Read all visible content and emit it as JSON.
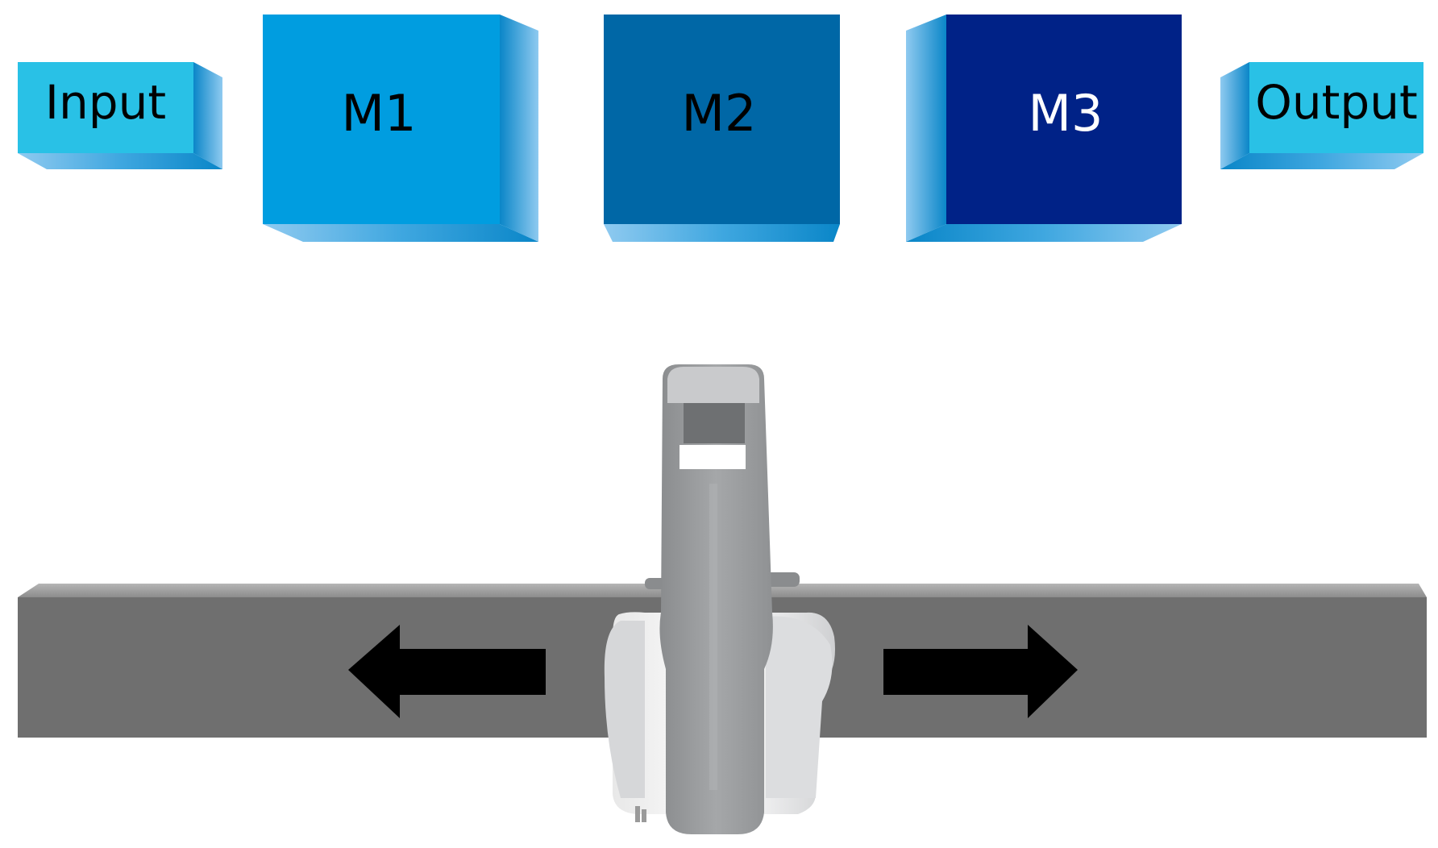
{
  "diagram": {
    "terminals": {
      "input": {
        "label": "Input",
        "color": "#29c1e6"
      },
      "output": {
        "label": "Output",
        "color": "#29c1e6"
      }
    },
    "machines": [
      {
        "label": "M1",
        "color": "#009de0",
        "text_color": "#000000"
      },
      {
        "label": "M2",
        "color": "#0067a6",
        "text_color": "#000000"
      },
      {
        "label": "M3",
        "color": "#002287",
        "text_color": "#ffffff"
      }
    ],
    "robot": {
      "track_color": "#6f6f6f",
      "body_color": "#9a9c9e",
      "arrows": [
        "left-arrow",
        "right-arrow"
      ],
      "motion": "bidirectional-horizontal"
    }
  }
}
